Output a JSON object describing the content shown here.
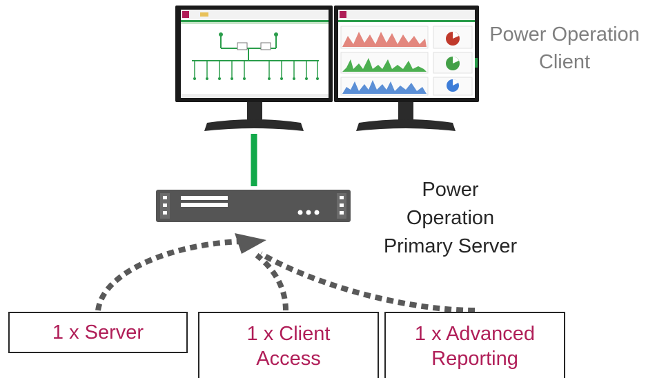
{
  "client_label": [
    "Power Operation",
    "Client"
  ],
  "server_label": [
    "Power",
    "Operation",
    "Primary Server"
  ],
  "licenses": [
    {
      "lines": [
        "1 x Server"
      ]
    },
    {
      "lines": [
        "1 x Client",
        "Access"
      ]
    },
    {
      "lines": [
        "1 x Advanced",
        "Reporting"
      ]
    }
  ],
  "colors": {
    "link_green": "#12a94a",
    "license_text": "#b01e58",
    "arrow_gray": "#595959",
    "server_body": "#555555",
    "monitor_body": "#1a1a1a"
  }
}
